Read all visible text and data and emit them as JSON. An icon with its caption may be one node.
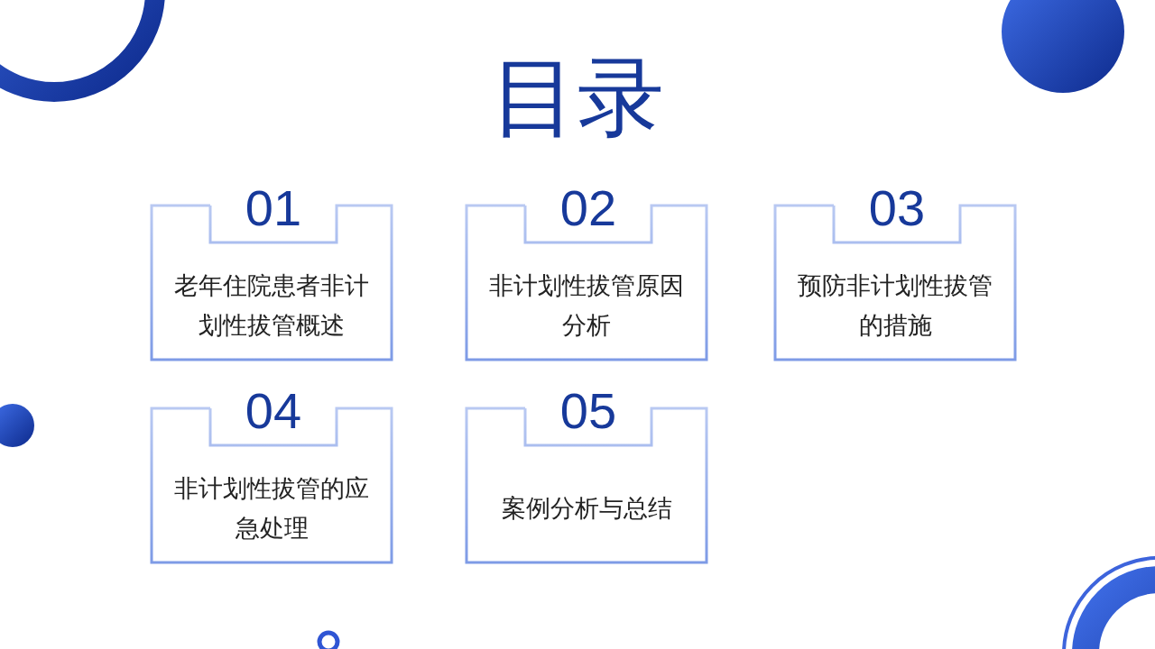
{
  "diagram": {
    "title": "目录",
    "nodes": [
      {
        "text": [
          "01",
          "老年住院患者非计划性拔管概述"
        ]
      },
      {
        "text": [
          "02",
          "非计划性拔管原因分析"
        ]
      },
      {
        "text": [
          "03",
          "预防非计划性拔管的措施"
        ]
      },
      {
        "text": [
          "04",
          "非计划性拔管的应急处理"
        ]
      },
      {
        "text": [
          "05",
          "案例分析与总结"
        ]
      }
    ]
  }
}
